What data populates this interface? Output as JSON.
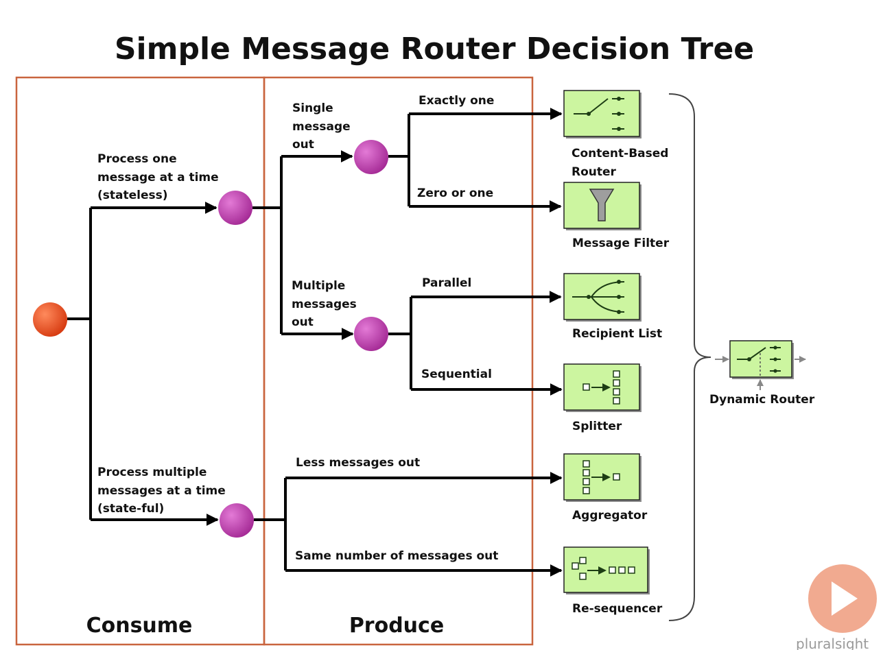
{
  "title": "Simple Message Router Decision Tree",
  "sections": {
    "consume": "Consume",
    "produce": "Produce"
  },
  "branches": {
    "stateless": [
      "Process one",
      "message at a time",
      "(stateless)"
    ],
    "stateful": [
      "Process multiple",
      "messages at a time",
      "(state-ful)"
    ],
    "single_out": [
      "Single",
      "message",
      "out"
    ],
    "multiple_out": [
      "Multiple",
      "messages",
      "out"
    ],
    "exactly_one": "Exactly one",
    "zero_or_one": "Zero or one",
    "parallel": "Parallel",
    "sequential": "Sequential",
    "less_out": "Less messages out",
    "same_out": "Same number of messages out"
  },
  "patterns": {
    "content_based_router": [
      "Content-Based",
      "Router"
    ],
    "message_filter": "Message Filter",
    "recipient_list": "Recipient List",
    "splitter": "Splitter",
    "aggregator": "Aggregator",
    "resequencer": "Re-sequencer",
    "dynamic_router": "Dynamic Router"
  },
  "brand": "pluralsight",
  "colors": {
    "start_node": "#e8471a",
    "decision_node": "#c13bb0",
    "frame": "#c9643e",
    "pattern_fill": "#ccf5a0",
    "play_badge": "#f0a58a"
  }
}
